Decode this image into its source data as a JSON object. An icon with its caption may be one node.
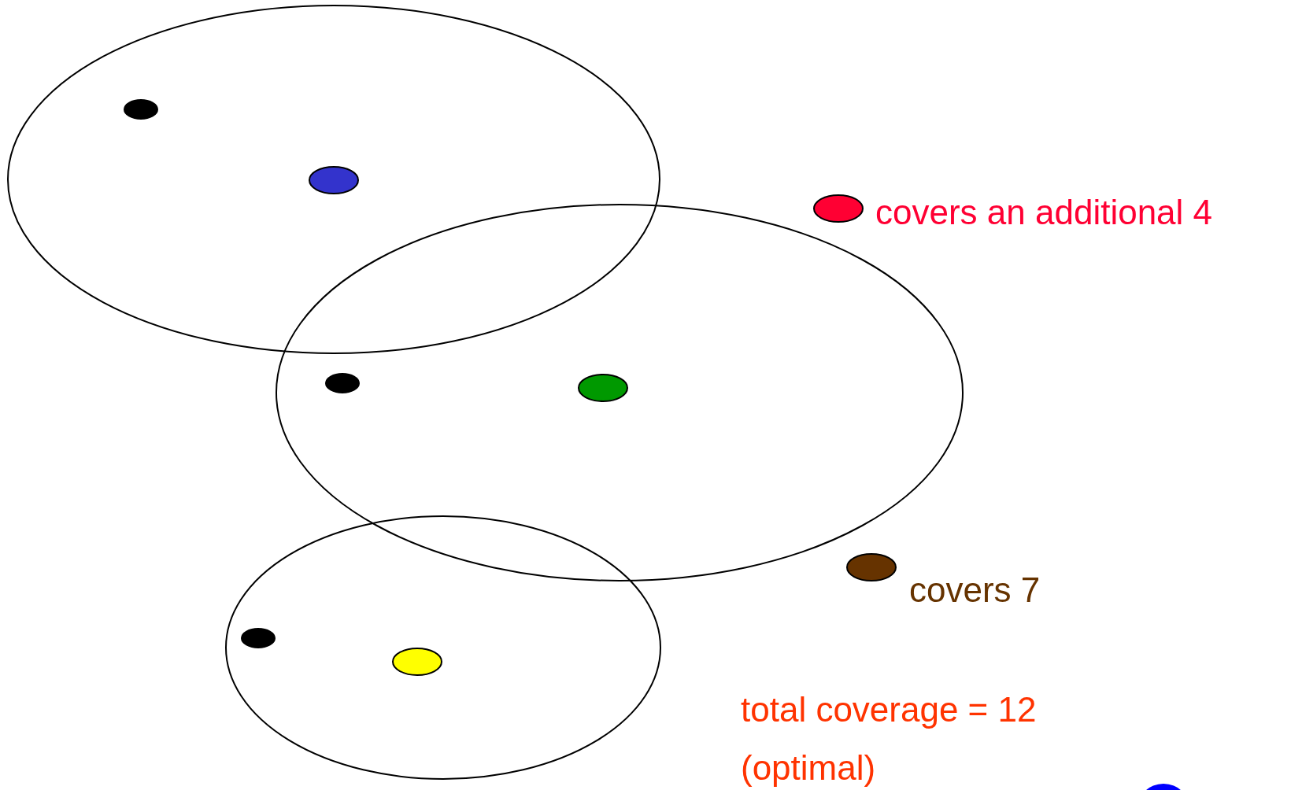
{
  "diagram": {
    "labels": [
      "total coverage = 12",
      "(optimal)"
    ],
    "legend": [
      {
        "text": "covers an additional 4",
        "color": "#ff0033"
      },
      {
        "text": "covers 7",
        "color": "#663300"
      }
    ]
  }
}
